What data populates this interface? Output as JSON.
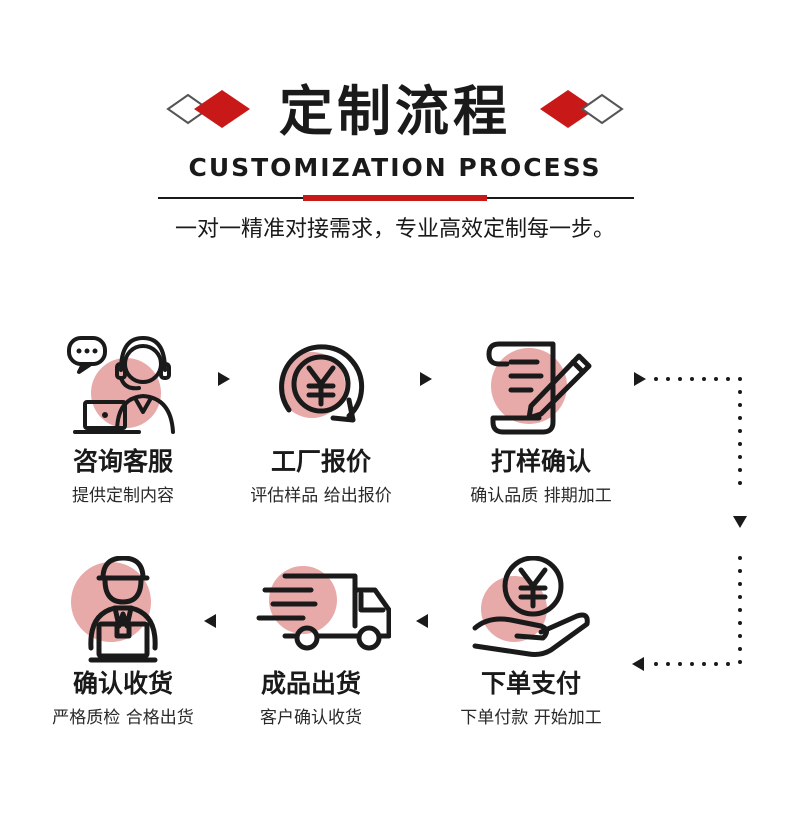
{
  "header": {
    "title": "定制流程",
    "subtitle": "CUSTOMIZATION PROCESS",
    "tagline": "一对一精准对接需求，专业高效定制每一步。",
    "accent_color": "#c81818",
    "blob_color": "#e8a9a9"
  },
  "steps": [
    {
      "name": "咨询客服",
      "desc": "提供定制内容",
      "icon": "customer-service-icon"
    },
    {
      "name": "工厂报价",
      "desc": "评估样品 给出报价",
      "icon": "yen-cycle-icon"
    },
    {
      "name": "打样确认",
      "desc": "确认品质 排期加工",
      "icon": "document-pen-icon"
    },
    {
      "name": "下单支付",
      "desc": "下单付款 开始加工",
      "icon": "yen-hand-icon"
    },
    {
      "name": "成品出货",
      "desc": "客户确认收货",
      "icon": "delivery-truck-icon"
    },
    {
      "name": "确认收货",
      "desc": "严格质检 合格出货",
      "icon": "delivery-person-icon"
    }
  ]
}
